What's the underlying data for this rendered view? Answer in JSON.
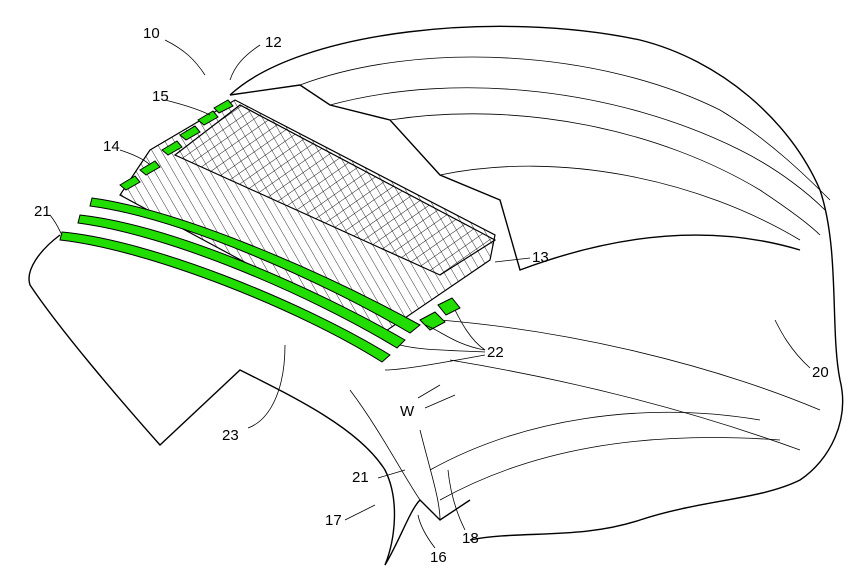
{
  "figure": {
    "labels": {
      "tire": "10",
      "tread": "12",
      "belt_edge": "13",
      "belt_ply": "14",
      "belt_upper": "15",
      "bead": "16",
      "sidewall_inner": "17",
      "sidewall": "18",
      "outer_surface": "20",
      "liner_top": "21",
      "liner_bottom": "21",
      "cords": "22",
      "carcass": "23",
      "width": "W"
    },
    "colors": {
      "cord": "#22dd00",
      "line": "#000000",
      "background": "#ffffff"
    }
  }
}
